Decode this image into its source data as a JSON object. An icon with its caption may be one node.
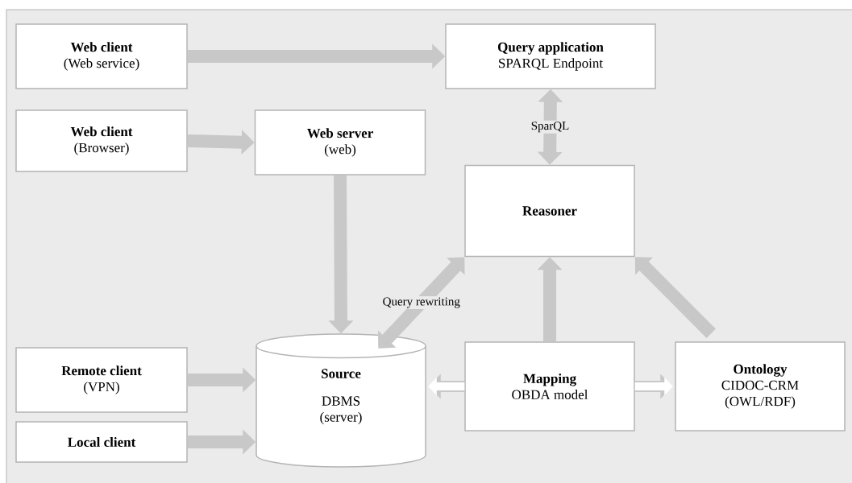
{
  "diagram": {
    "nodes": [
      {
        "text": [
          "Web client",
          "(Web service)"
        ]
      },
      {
        "text": [
          "Query application",
          "SPARQL Endpoint"
        ]
      },
      {
        "text": [
          "Web client",
          "(Browser)"
        ]
      },
      {
        "text": [
          "Web server",
          "(web)"
        ]
      },
      {
        "text": [
          "Reasoner"
        ]
      },
      {
        "text": [
          "Remote client",
          "(VPN)"
        ]
      },
      {
        "text": [
          "Source",
          "DBMS",
          "(server)"
        ]
      },
      {
        "text": [
          "Mapping",
          "OBDA model"
        ]
      },
      {
        "text": [
          "Ontology",
          "CIDOC-CRM",
          "(OWL/RDF)"
        ]
      },
      {
        "text": [
          "Local client"
        ]
      }
    ],
    "edges": [
      {
        "from": 0,
        "to": 1,
        "arrow": "to"
      },
      {
        "from": 1,
        "to": 4,
        "arrow": "both",
        "label": "SparQL"
      },
      {
        "from": 2,
        "to": 3,
        "arrow": "to"
      },
      {
        "from": 3,
        "to": 6,
        "arrow": "to"
      },
      {
        "from": 6,
        "to": 4,
        "arrow": "both",
        "label": "Query rewriting"
      },
      {
        "from": 7,
        "to": 4,
        "arrow": "to"
      },
      {
        "from": 8,
        "to": 4,
        "arrow": "to"
      },
      {
        "from": 5,
        "to": 6,
        "arrow": "to"
      },
      {
        "from": 9,
        "to": 6,
        "arrow": "to"
      },
      {
        "from": 7,
        "to": 6,
        "arrow": "to",
        "color": "#ffffff"
      },
      {
        "from": 7,
        "to": 8,
        "arrow": "to",
        "color": "#ffffff"
      }
    ]
  }
}
